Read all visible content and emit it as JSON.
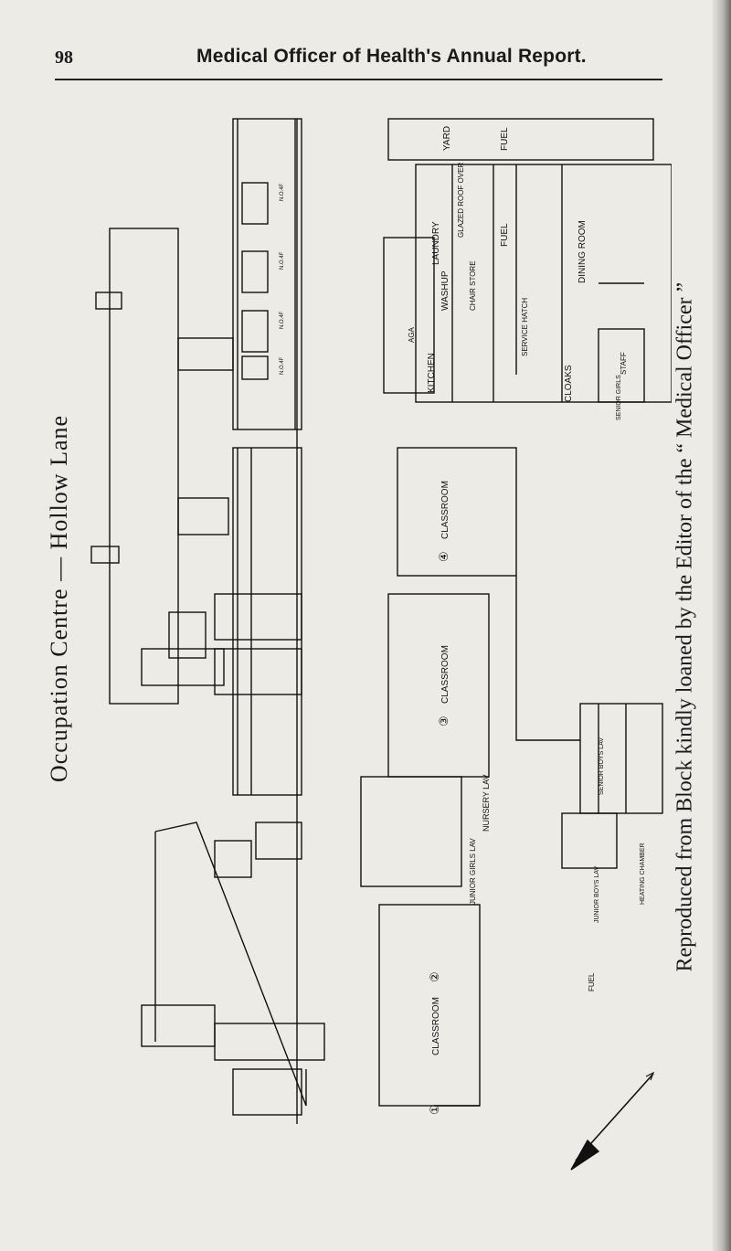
{
  "header": {
    "page_number": "98",
    "running_head": "Medical Officer of Health's Annual Report."
  },
  "plan": {
    "title": "Occupation Centre — Hollow Lane",
    "credit": "Reproduced from Block kindly loaned by the Editor of the “ Medical Officer ”",
    "rooms": {
      "yard": "YARD",
      "fuel_1": "FUEL",
      "fuel_2": "FUEL",
      "fuel_3": "FUEL",
      "glazed_roof": "GLAZED ROOF OVER",
      "laundry": "LAUNDRY",
      "washup": "WASHUP",
      "chair_store": "CHAIR STORE",
      "dining_room": "DINING ROOM",
      "aga": "AGA",
      "kitchen": "KITCHEN",
      "service_hatch": "SERVICE HATCH",
      "cloaks": "CLOAKS",
      "staff": "STAFF",
      "senior_girls": "SENIOR GIRLS",
      "classroom_4": "CLASSROOM",
      "classroom_3": "CLASSROOM",
      "classroom_2": "CLASSROOM",
      "nursery_lav": "NURSERY LAV",
      "junior_girls_lav": "JUNIOR GIRLS LAV",
      "senior_boys_lav": "SENIOR BOYS LAV",
      "junior_boys_lav": "JUNIOR BOYS LAV",
      "heating_chamber": "HEATING CHAMBER"
    },
    "room_numbers": [
      "①",
      "②",
      "③",
      "④"
    ],
    "window_marks": [
      "N.O.4F",
      "N.O.4F",
      "N.O.4F",
      "N.O.4F"
    ]
  }
}
